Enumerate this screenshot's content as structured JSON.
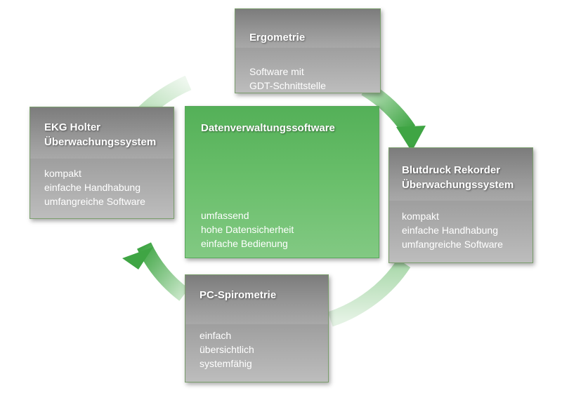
{
  "colors": {
    "ring": "#5bb65c",
    "gray_box": "#9e9e9e",
    "green_box": "#6abf6b",
    "text": "#ffffff"
  },
  "boxes": {
    "ergometrie": {
      "title": "Ergometrie",
      "lines": [
        "Software mit",
        "GDT-Schnittstelle"
      ]
    },
    "ekg": {
      "title_line1": "EKG Holter",
      "title_line2": "Überwachungssystem",
      "lines": [
        "kompakt",
        "einfache Handhabung",
        "umfangreiche Software"
      ]
    },
    "datenverwaltung": {
      "title": "Datenverwaltungssoftware",
      "lines": [
        "umfassend",
        "hohe Datensicherheit",
        "einfache Bedienung"
      ]
    },
    "blutdruck": {
      "title_line1": "Blutdruck Rekorder",
      "title_line2": "Überwachungssystem",
      "lines": [
        "kompakt",
        "einfache Handhabung",
        "umfangreiche Software"
      ]
    },
    "spirometrie": {
      "title": "PC-Spirometrie",
      "lines": [
        "einfach",
        "übersichtlich",
        "systemfähig"
      ]
    }
  }
}
